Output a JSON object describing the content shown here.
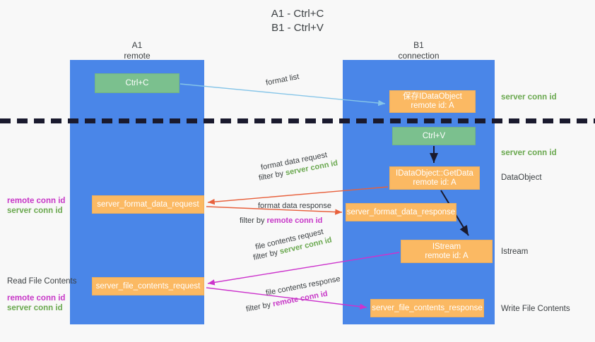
{
  "title": {
    "line1": "A1 - Ctrl+C",
    "line2": "B1 - Ctrl+V"
  },
  "lanes": [
    {
      "name": "A1",
      "sub": "remote"
    },
    {
      "name": "B1",
      "sub": "connection"
    }
  ],
  "boxes": {
    "ctrl_c": "Ctrl+C",
    "save_idataobject": {
      "line1": "保存IDataObject",
      "line2": "remote id: A"
    },
    "ctrl_v": "Ctrl+V",
    "getdata": {
      "line1": "IDataObject::GetData",
      "line2": "remote id: A"
    },
    "server_format_data_request": "server_format_data_request",
    "server_format_data_response": "server_format_data_response",
    "istream": {
      "line1": "IStream",
      "line2": "remote id: A"
    },
    "server_file_contents_request": "server_file_contents_request",
    "server_file_contents_response": "server_file_contents_response"
  },
  "side_labels": {
    "server_conn_id_top": "server conn id",
    "server_conn_id_mid": "server conn id",
    "dataobject": "DataObject",
    "istream": "Istream",
    "write_file_contents": "Write File Contents"
  },
  "left_labels": {
    "read_file_contents": "Read File Contents",
    "remote_conn_id": "remote conn id",
    "server_conn_id": "server conn id"
  },
  "annotations": {
    "format_list": "format list",
    "format_data_request": "format data request",
    "filter_by": "filter by ",
    "server_conn_id": "server conn id",
    "remote_conn_id": "remote conn id",
    "format_data_response": "format data response",
    "file_contents_request": "file contents request",
    "file_contents_response": "file contents response"
  },
  "colors": {
    "lane": "#4a86e8",
    "green_box": "#7bc08e",
    "orange_box": "#fbb963",
    "green_text": "#6aa84f",
    "magenta_text": "#c737c7",
    "arrow_blue": "#86c5e8",
    "arrow_red": "#e8603c",
    "arrow_magenta": "#cc33cc",
    "arrow_dark": "#1a1a2e",
    "background": "#f8f8f8"
  }
}
